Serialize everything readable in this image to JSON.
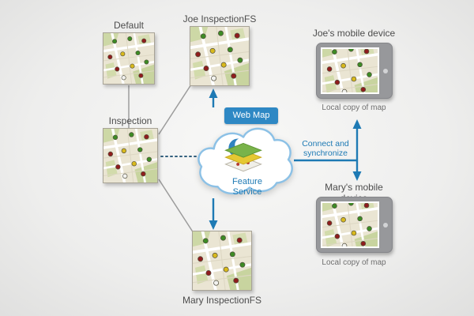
{
  "colors": {
    "accent_blue": "#1e7ab4",
    "badge_blue": "#2e88c4",
    "label_gray": "#4d4d4d",
    "caption_gray": "#6f6f6f",
    "connector_gray": "#9c9c9c",
    "dashed_blue": "#33607e",
    "device_gray": "#97989b",
    "map_base": "#eae5d3"
  },
  "maps": {
    "default": {
      "label": "Default"
    },
    "joe_fs": {
      "label": "Joe InspectionFS"
    },
    "inspection": {
      "label": "Inspection"
    },
    "mary_fs": {
      "label": "Mary InspectionFS"
    }
  },
  "cloud": {
    "badge_label": "Web Map",
    "service_label": "Feature Service"
  },
  "devices": {
    "joe": {
      "label": "Joe's mobile device",
      "caption": "Local copy of map"
    },
    "mary": {
      "label": "Mary's mobile device",
      "caption": "Local copy of map"
    }
  },
  "sync": {
    "label": "Connect and synchronize"
  }
}
